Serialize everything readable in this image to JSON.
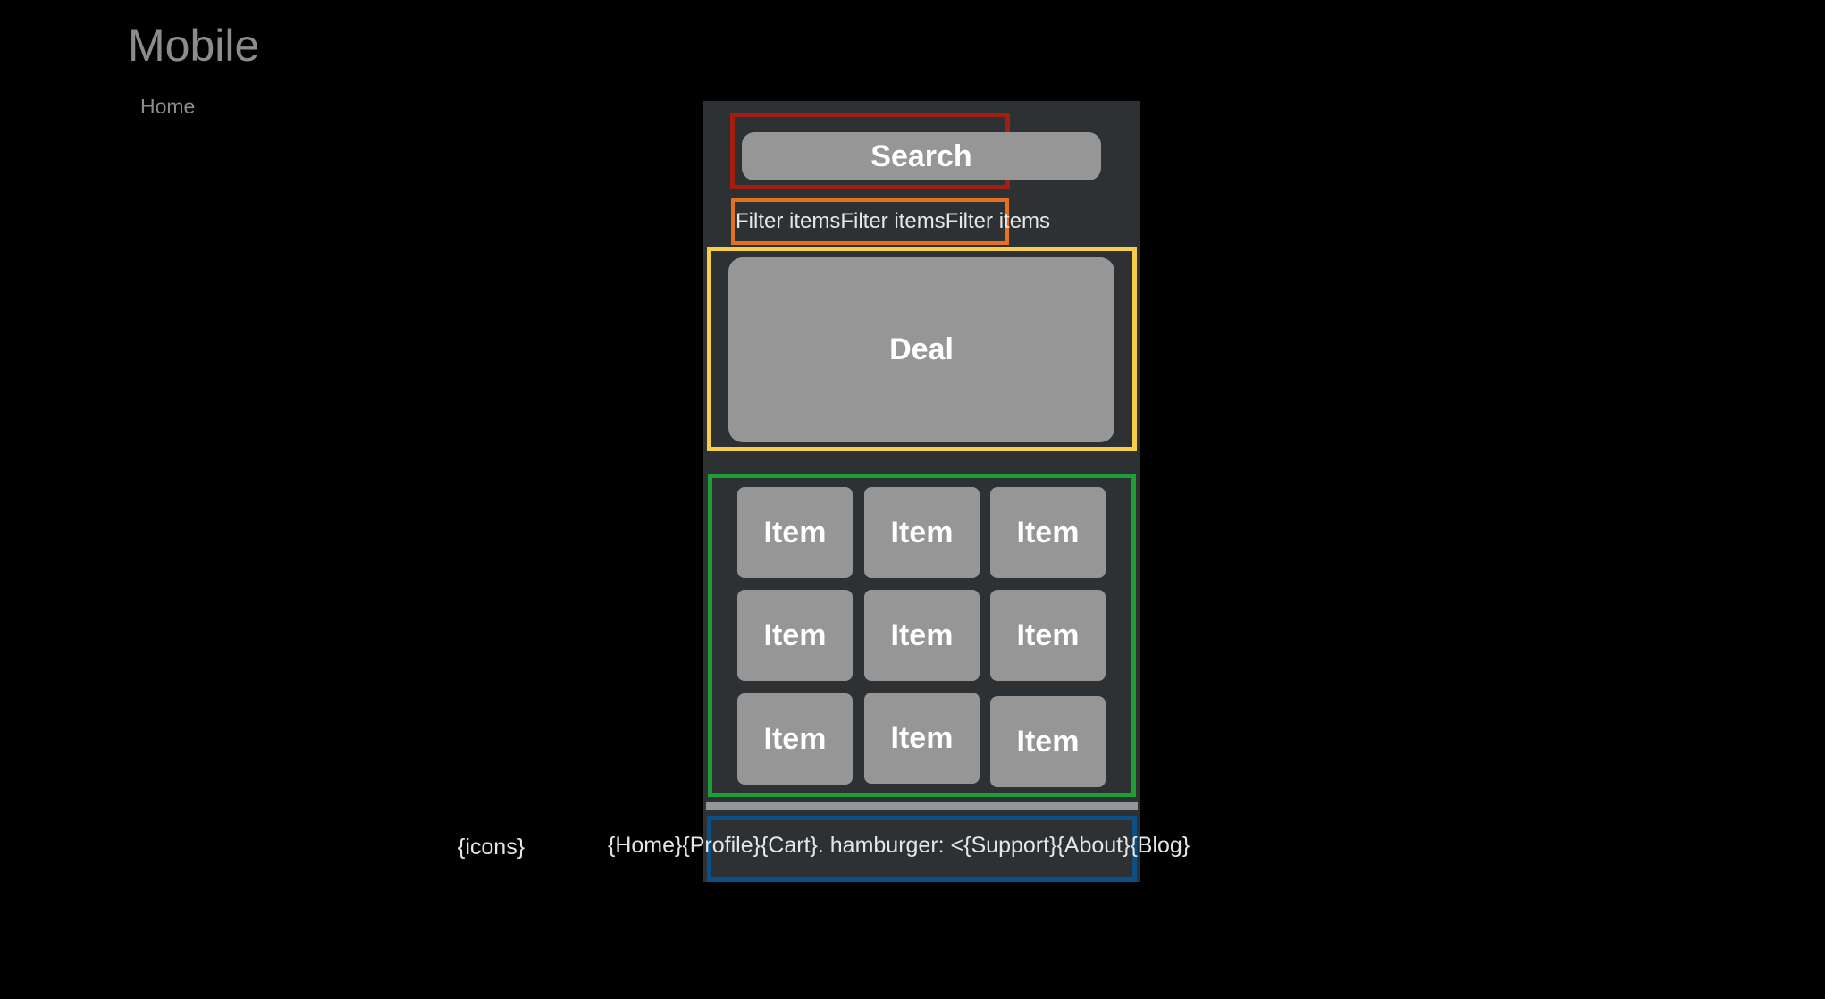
{
  "page": {
    "title": "Mobile",
    "subtitle": "Home"
  },
  "search": {
    "label": "Search"
  },
  "filters": [
    "Filter items",
    "Filter items",
    "Filter items"
  ],
  "deal": {
    "label": "Deal"
  },
  "items": [
    "Item",
    "Item",
    "Item",
    "Item",
    "Item",
    "Item",
    "Item",
    "Item",
    "Item"
  ],
  "nav": {
    "icons_label": "{icons}",
    "text": "{Home}{Profile}{Cart}. hamburger: <{Support}{About}{Blog}"
  },
  "colors": {
    "search_frame": "#a61d10",
    "filter_frame": "#e3711f",
    "deal_frame": "#f6ce48",
    "grid_frame": "#1aa034",
    "nav_frame": "#0b4f87",
    "phone_bg": "#2e3133",
    "tile": "#969696"
  }
}
